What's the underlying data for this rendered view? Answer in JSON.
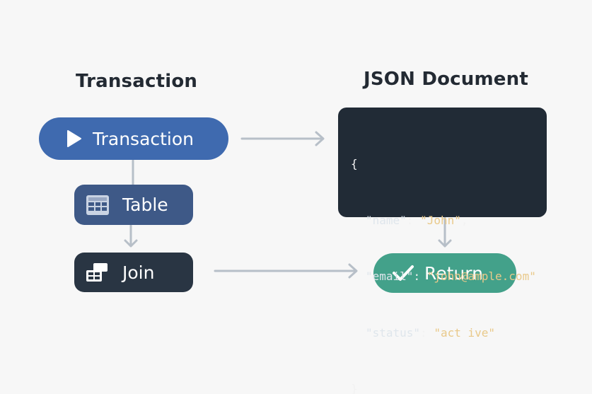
{
  "headings": {
    "left": "Transaction",
    "right": "JSON Document"
  },
  "nodes": {
    "transaction": {
      "label": "Transaction",
      "icon": "play-icon"
    },
    "table": {
      "label": "Table",
      "icon": "table-icon"
    },
    "join": {
      "label": "Join",
      "icon": "join-icon"
    },
    "return": {
      "label": "Return",
      "icon": "checkmark-icon"
    }
  },
  "json_document": {
    "open_brace": "{",
    "close_brace": "}",
    "fields": [
      {
        "key": "\"name\"",
        "value": "\"John\"",
        "trail": ","
      },
      {
        "key": "\"email\"",
        "value": "\"john@ample.com\"",
        "trail": ""
      },
      {
        "key": "\"status\"",
        "value": "\"act ive\"",
        "trail": ""
      }
    ]
  },
  "colors": {
    "background": "#f7f7f7",
    "transaction": "#3f6aaf",
    "table": "#3e5987",
    "join": "#293543",
    "return": "#43a18a",
    "code_bg": "#212b36",
    "code_value": "#e9c98a",
    "arrow": "#b7bfc8"
  }
}
